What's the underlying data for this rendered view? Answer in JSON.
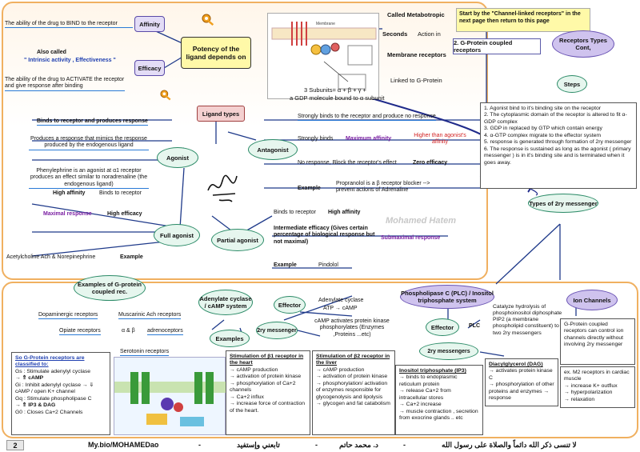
{
  "colors": {
    "accent_orange": "#f0b060",
    "blue": "#1f3fb0",
    "purple": "#7a1fa2",
    "red": "#d21f1f",
    "green_oval": "#e6f6ee"
  },
  "potency": {
    "affinity_desc": "The ability of the drug to BIND to the receptor",
    "affinity": "Affinity",
    "also_called": "Also called",
    "intrinsic": "\" Intrinsic activity , Effectiveness \"",
    "efficacy_desc": "The ability of the drug to ACTIVATE the receptor and give response after binding",
    "efficacy": "Efficacy",
    "title": "Potency of the ligand depends on"
  },
  "metabotropic": {
    "called": "Called Metabotropic",
    "seconds": "Seconds",
    "action": "Action in",
    "membrane": "Membrane receptors",
    "linked": "Linked to G-Protein",
    "subunits": "3 Subunits= α + β + γ +",
    "gdp": "a GDP molecule bound to α subunit"
  },
  "start_note": "Start by the \"Channel-linked receptors\" in the next page then return to this page",
  "receptor_types": "Receptors Types Cont,",
  "gpcr_label": "2. G-Protein coupled receptors",
  "steps_label": "Steps",
  "steps": [
    "1. Agonist bind to it's binding site on the receptor",
    "2. The cytoplasmic domain of the receptor is altered to fit α-GDP complex",
    "3. GDP in replaced by GTP which contain energy",
    "4. α-GTP complex migrate to the effector system",
    "5. response is generated through formation of 2ry messenger",
    "6. The response is sustained as long as the agonist ( primary messenger ) is in it's binding site and is terminated when it goes away."
  ],
  "ligand_types": "Ligand types",
  "agonist": {
    "label": "Agonist",
    "l1": "Binds to receptor and produces response",
    "l2": "Produces a response that mimics the response produced by the endogenous ligand",
    "l3": "Phenylephrine is an agonist at α1 receptor produces an effect similar to noradrenaline (the endogenous ligand)"
  },
  "antagonist": {
    "label": "Antagonist",
    "l1": "Strongly binds to the receptor and produce no response",
    "strong": "Strongly binds",
    "max_aff": "Maximum affinity",
    "higher": "Higher than agonist's affinity",
    "noresp": "No response, Block the receptor's effect",
    "zero": "Zero efficacy",
    "example": "Example",
    "propranolol": "Propranolol is a β receptor blocker --> prevent actions of Adrenaline"
  },
  "full_agonist": {
    "label": "Full agonist",
    "high_aff": "High affinity",
    "binds": "Binds to receptor",
    "maximal": "Maximal response",
    "high_eff": "High efficacy",
    "ach": "Acetylcholine Ach & Norepinephrine",
    "example": "Example"
  },
  "partial_agonist": {
    "label": "Partial agonist",
    "binds": "Binds to receptor",
    "high_aff": "High affinity",
    "intermediate": "Intermediate efficacy (Gives certain percentage of biological response but not maximal)",
    "submaximal": "Submaximal response",
    "example": "Example",
    "pindolol": "Pindolol"
  },
  "second_messenger_types": "Types of 2ry messenger",
  "watermark": "Mohamed Hatem",
  "examples_gp": {
    "title": "Examples of G-protein coupled rec.",
    "dopa": "Dopaminergic receptors",
    "musc": "Muscarinic Ach receptors",
    "opiate": "Opiate receptors",
    "ab": "α & β",
    "adren": "adrenoceptors",
    "sero": "Serotonin receptors"
  },
  "classified": {
    "title": "So G-Protein receptors are classified to:",
    "items": [
      "Gs : Stimulate adenylyl cyclase",
      "→ ⇑ cAMP",
      "Gi : Inhibit adenylyl cyclase → ⇓ cAMP / open K+ channel",
      "Gq : Stimulate phospholipase C",
      "→ ⇑ IP3 & DAG",
      "G0 : Closes Ca+2 Channels"
    ]
  },
  "adenylate": {
    "title": "Adenylate cyclase / cAMP system",
    "effector": "Effector",
    "ac": "Adenylate cyclase",
    "atp": "ATP → cAMP",
    "second": "2ry messenger",
    "examples": "Examples",
    "camp_desc": "cAMP activates protein kinase phosphorylates (Enzymes ,Proteins ...etc)"
  },
  "heart": {
    "title": "Stimulation of β1 receptor in the heart",
    "items": [
      "→ cAMP production",
      "→ activation of protein kinase",
      "→ phosphorylation of Ca+2 channels",
      "→ Ca+2 influx",
      "→ increase force of contraction of the heart."
    ]
  },
  "liver": {
    "title": "Stimulation of β2 receptor in the liver",
    "items": [
      "→ cAMP production",
      "→ activation of protein kinase",
      "→ phosphorylation/ activation of enzymes responsible for glycogenolysis and lipolysis",
      "→ glycogen and fat catabolism"
    ]
  },
  "plc": {
    "title": "Phospholipase C (PLC) / Inositol triphosphate system",
    "effector": "Effector",
    "plc": "PLC",
    "catalyze": "Catalyze hydrolysis of phosphoinositol diphosphate PIP2 (a membrane phospholipid constituent) to two 2ry messengers",
    "second": "2ry messengers"
  },
  "ip3": {
    "title": "Inositol triphosphate (IP3)",
    "items": [
      "→ binds to endoplasmic reticulum protein",
      "→ release Ca+2 from intracellular stores",
      "→ Ca+2 increase",
      "→ muscle contraction , secretion from exocrine glands .. etc"
    ]
  },
  "dag": {
    "title": "Diacylglycerol (DAG)",
    "items": [
      "→ activates protein kinase C",
      "→ phosphorylation of other proteins and enzymes → response"
    ]
  },
  "ion_channels": {
    "title": "Ion Channels",
    "desc": "G-Protein coupled receptors can control ion channels directly without involving 2ry messenger",
    "ex": "ex. M2 receptors in cardiac muscle",
    "items": [
      "→ increase K+ outflux",
      "→ hyperpolarization",
      "→ relaxation"
    ]
  },
  "footer": {
    "page": "2",
    "link": "My.bio/MOHAMEDao",
    "sep1": "-",
    "follow": "تابعني وإستفيد",
    "sep2": "-",
    "dr": "د. محمد حاتم",
    "sep3": "-",
    "dhikr": "لا تنسى ذكر الله دائماً والصلاة على رسول الله"
  }
}
